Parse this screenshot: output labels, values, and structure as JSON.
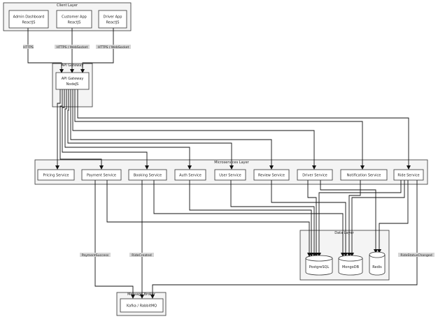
{
  "client_layer": {
    "title": "Client Layer",
    "admin": {
      "name": "Admin Dashboard",
      "tech": "ReactJS"
    },
    "customer": {
      "name": "Customer App",
      "tech": "ReactJS"
    },
    "driver": {
      "name": "Driver App",
      "tech": "ReactJS"
    }
  },
  "client_edges": {
    "https": "HTTPS",
    "https_ws_customer": "HTTPS / WebSocket",
    "https_ws_driver": "HTTPS / WebSocket"
  },
  "gateway": {
    "title": "API Gateway",
    "name": "API Gateway",
    "tech": "NodeJS"
  },
  "microservices": {
    "title": "Microservices Layer",
    "pricing": "Pricing Service",
    "payment": "Payment Service",
    "booking": "Booking Service",
    "auth": "Auth Service",
    "user": "User Service",
    "review": "Review Service",
    "driver": "Driver Service",
    "notification": "Notification Service",
    "ride": "Ride Service"
  },
  "data_layer": {
    "title": "Data Layer",
    "postgres": "PostgreSQL",
    "mongo": "MongoDB",
    "redis": "Redis"
  },
  "broker": {
    "title": "Message Broker",
    "name": "Kafka / RabbitMQ"
  },
  "events": {
    "payment_success": "PaymentSuccess",
    "ride_created": "RideCreated",
    "ride_status_changed": "RideStatusChanged"
  }
}
